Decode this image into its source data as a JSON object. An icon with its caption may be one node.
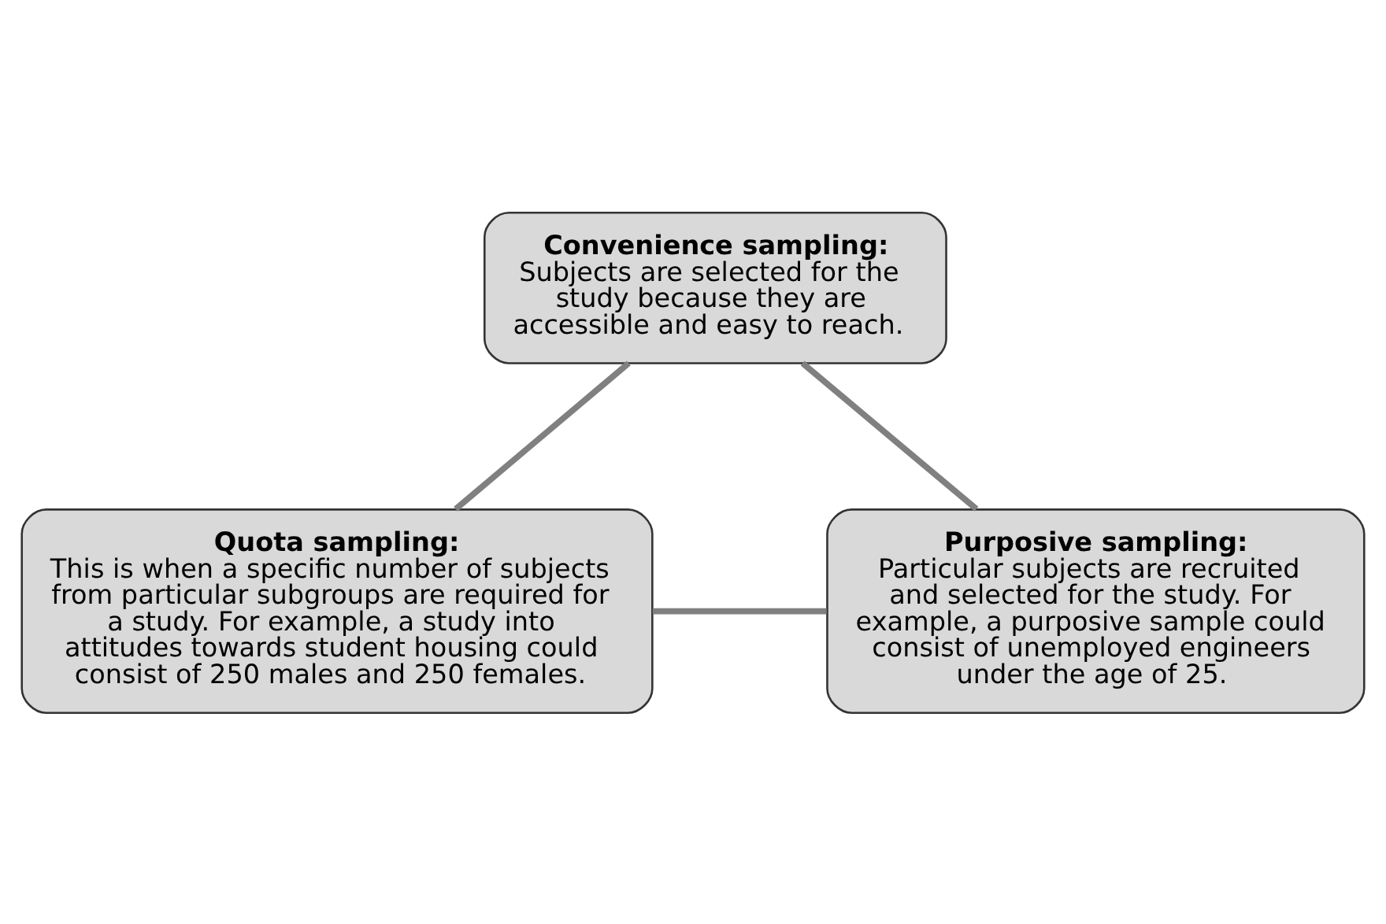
{
  "diagram": {
    "nodes": [
      {
        "text": [
          "Convenience sampling:",
          "Subjects are selected for the study because they are accessible and easy to reach."
        ]
      },
      {
        "text": [
          "Quota sampling:",
          "This is when a specific number of subjects from particular subgroups are required for a study. For example, a study into attitudes towards student housing could consist of 250 males and 250 females."
        ]
      },
      {
        "text": [
          "Purposive sampling:",
          "Particular subjects are recruited and selected for the study. For example, a purposive sample could consist of unemployed engineers under the age of 25."
        ]
      }
    ],
    "edges": [
      {
        "from": 0,
        "to": 1,
        "arrow": "none"
      },
      {
        "from": 0,
        "to": 2,
        "arrow": "none"
      },
      {
        "from": 1,
        "to": 2,
        "arrow": "none"
      }
    ]
  }
}
